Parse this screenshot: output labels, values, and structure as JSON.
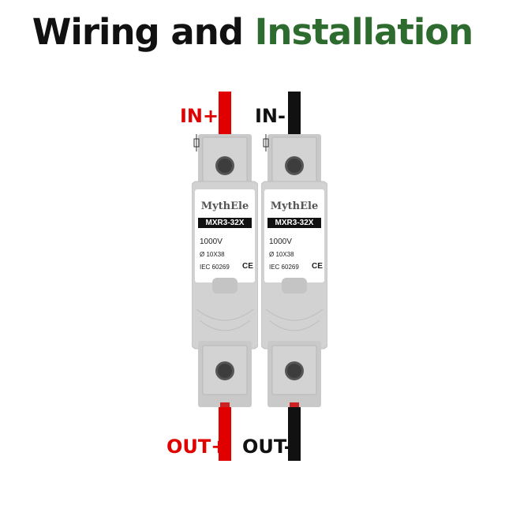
{
  "title": {
    "part1": "Wiring and",
    "part2": "Installation",
    "accent_color": "#2e6b2e"
  },
  "wires": {
    "in_plus": "IN+",
    "in_minus": "IN-",
    "out_plus": "OUT+",
    "out_minus": "OUT-",
    "positive_color": "#e00000",
    "negative_color": "#111111"
  },
  "modules": [
    {
      "brand": "MythEle",
      "model": "MXR3-32X",
      "voltage": "1000V",
      "fuse_size": "Ø 10X38",
      "standard": "IEC 60269",
      "mark": "CE"
    },
    {
      "brand": "MythEle",
      "model": "MXR3-32X",
      "voltage": "1000V",
      "fuse_size": "Ø 10X38",
      "standard": "IEC 60269",
      "mark": "CE"
    }
  ]
}
